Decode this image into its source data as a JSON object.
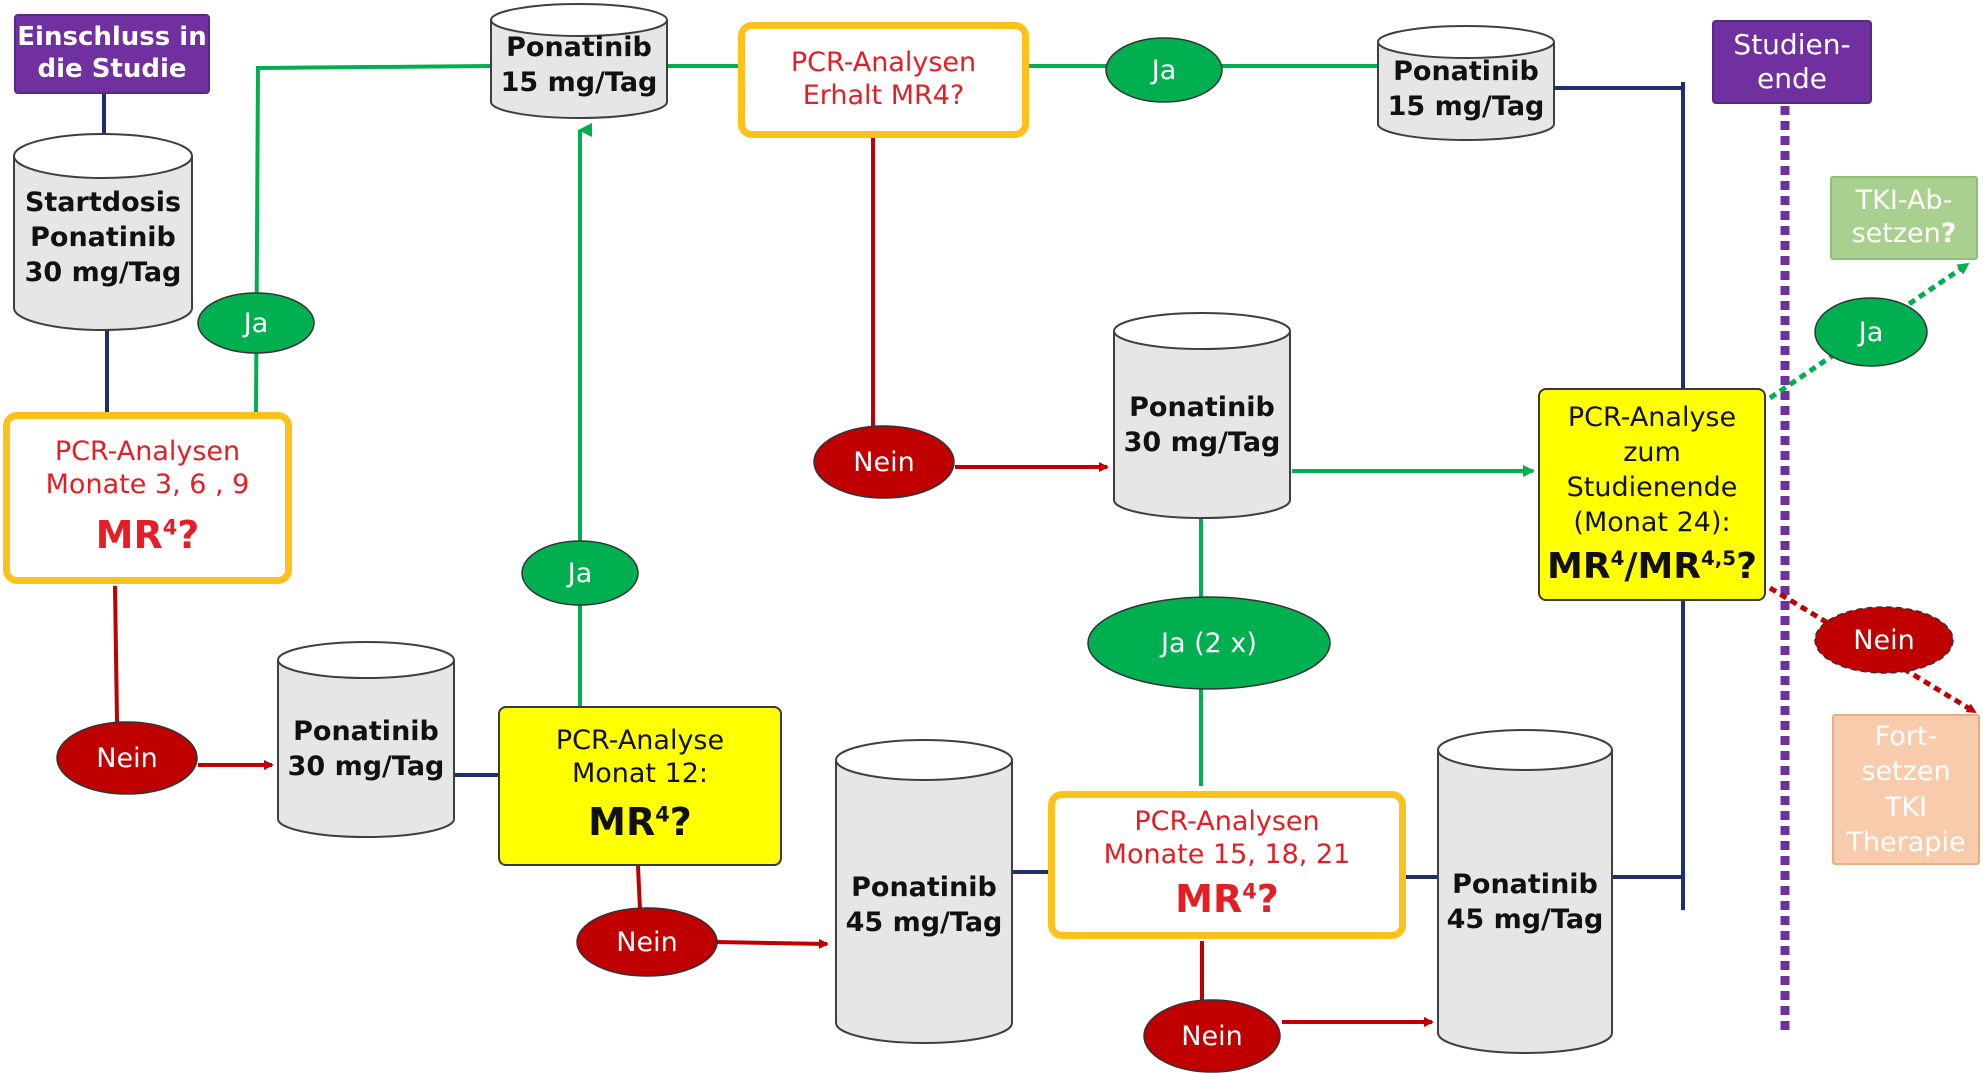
{
  "colors": {
    "green": "#00b050",
    "red": "#c00000",
    "navy": "#1f2f6b",
    "purple": "#7030a0",
    "orange_border": "#fcc21b",
    "yellow": "#ffff00",
    "cylinder_fill": "#e7e6e6",
    "label_red": "#e31e24"
  },
  "nodes": {
    "einschluss": [
      "Einschluss in",
      "die Studie"
    ],
    "studienende": [
      "Studien-",
      "ende"
    ],
    "startdosis": [
      "Startdosis",
      "Ponatinib",
      "30 mg/Tag"
    ],
    "pcr_3_6_9": {
      "line1": "PCR-Analysen",
      "line2": "Monate 3, 6 , 9",
      "question": "MR",
      "sup": "4",
      "qmark": "?"
    },
    "ponatinib_top_15a": [
      "Ponatinib",
      "15 mg/Tag"
    ],
    "pcr_erhalt": [
      "PCR-Analysen",
      "Erhalt MR4?"
    ],
    "ponatinib_top_15b": [
      "Ponatinib",
      "15 mg/Tag"
    ],
    "ponatinib_30_mid": [
      "Ponatinib",
      "30 mg/Tag"
    ],
    "ponatinib_30_low": [
      "Ponatinib",
      "30 mg/Tag"
    ],
    "pcr_12": {
      "line1": "PCR-Analyse",
      "line2": "Monat 12:",
      "question": "MR",
      "sup": "4",
      "qmark": "?"
    },
    "ponatinib_45a": [
      "Ponatinib",
      "45 mg/Tag"
    ],
    "pcr_15_18_21": {
      "line1": "PCR-Analysen",
      "line2": "Monate 15, 18, 21",
      "question": "MR",
      "sup": "4",
      "qmark": "?"
    },
    "ponatinib_45b": [
      "Ponatinib",
      "45 mg/Tag"
    ],
    "pcr_end": {
      "line1": "PCR-Analyse",
      "line2": "zum",
      "line3": "Studienende",
      "line4": "(Monat 24):",
      "q1": "MR",
      "sup1": "4",
      "slash": "/MR",
      "sup2": "4,5",
      "qmark": "?"
    },
    "tki_absetzen": {
      "line1": "TKI-Ab-",
      "line2": "setzen",
      "qmark": "?"
    },
    "fortsetzen": [
      "Fort-",
      "setzen",
      "TKI",
      "Therapie"
    ]
  },
  "ovals": {
    "ja_1": "Ja",
    "ja_top": "Ja",
    "ja_12": "Ja",
    "ja_2x": "Ja (2 x)",
    "ja_end": "Ja",
    "nein_1": "Nein",
    "nein_erhalt": "Nein",
    "nein_12": "Nein",
    "nein_15": "Nein",
    "nein_end": "Nein"
  }
}
